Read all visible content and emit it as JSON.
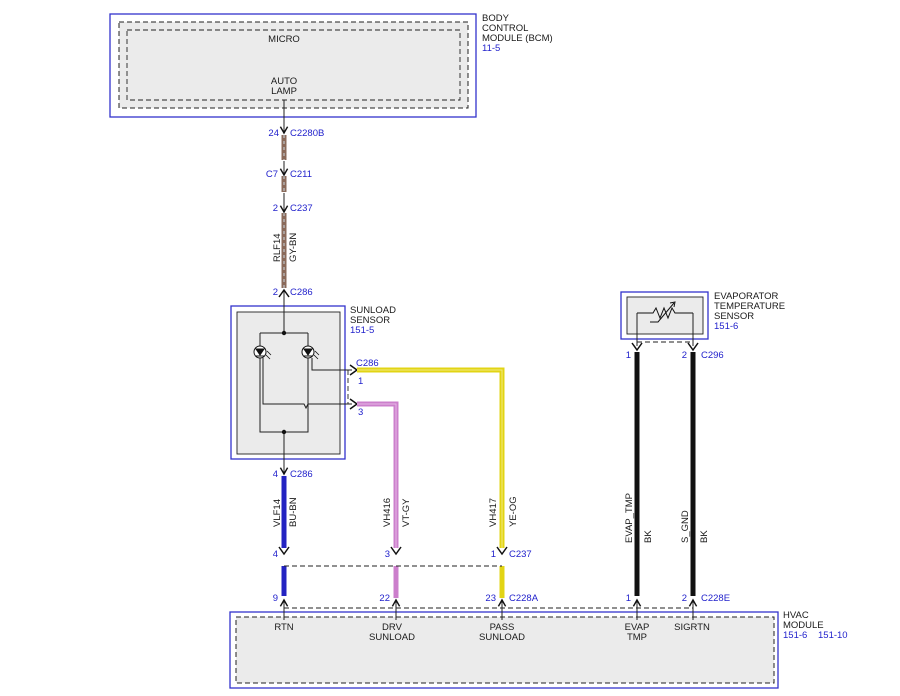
{
  "bcm": {
    "name_lines": [
      "BODY",
      "CONTROL",
      "MODULE (BCM)"
    ],
    "page_ref": "11-5",
    "inner_label": "MICRO",
    "pin_label_lines": [
      "AUTO",
      "LAMP"
    ]
  },
  "sunload_sensor": {
    "name_lines": [
      "SUNLOAD",
      "SENSOR"
    ],
    "page_ref": "151-5"
  },
  "evap_sensor": {
    "name_lines": [
      "EVAPORATOR",
      "TEMPERATURE",
      "SENSOR"
    ],
    "page_ref": "151-6"
  },
  "hvac": {
    "name_lines": [
      "HVAC",
      "MODULE"
    ],
    "page_refs": [
      "151-6",
      "151-10"
    ],
    "pins": [
      {
        "lines": [
          "RTN"
        ]
      },
      {
        "lines": [
          "DRV",
          "SUNLOAD"
        ]
      },
      {
        "lines": [
          "PASS",
          "SUNLOAD"
        ]
      },
      {
        "lines": [
          "EVAP",
          "TMP"
        ]
      },
      {
        "lines": [
          "SIGRTN"
        ]
      }
    ]
  },
  "connectors": [
    {
      "pin": "24",
      "name": "C2280B"
    },
    {
      "pin": "C7",
      "name": "C211"
    },
    {
      "pin": "2",
      "name": "C237"
    },
    {
      "pin": "2",
      "name": "C286"
    },
    {
      "pin": "",
      "name": "C286"
    },
    {
      "pin": "1",
      "name": ""
    },
    {
      "pin": "3",
      "name": ""
    },
    {
      "pin": "4",
      "name": "C286"
    },
    {
      "pin": "4",
      "name": ""
    },
    {
      "pin": "3",
      "name": ""
    },
    {
      "pin": "1",
      "name": "C237"
    },
    {
      "pin": "9",
      "name": ""
    },
    {
      "pin": "22",
      "name": ""
    },
    {
      "pin": "23",
      "name": "C228A"
    },
    {
      "pin": "1",
      "name": ""
    },
    {
      "pin": "2",
      "name": "C228E"
    },
    {
      "pin": "1",
      "name": ""
    },
    {
      "pin": "2",
      "name": "C296"
    }
  ],
  "wires": [
    {
      "circuit": "RLF14",
      "color_code": "GY-BN",
      "color": "#8a6a5a",
      "stripe": "#b8b8b8"
    },
    {
      "circuit": "VLF14",
      "color_code": "BU-BN",
      "color": "#2323c2",
      "stripe": ""
    },
    {
      "circuit": "VH416",
      "color_code": "VT-GY",
      "color": "#cc7fcc",
      "stripe": "#e6b8e6"
    },
    {
      "circuit": "VH417",
      "color_code": "YE-OG",
      "color": "#e2d414",
      "stripe": "#f3ea80"
    },
    {
      "circuit": "EVAP_TMP",
      "color_code": "BK",
      "color": "#111111",
      "stripe": ""
    },
    {
      "circuit": "S_GND",
      "color_code": "BK",
      "color": "#111111",
      "stripe": ""
    }
  ]
}
